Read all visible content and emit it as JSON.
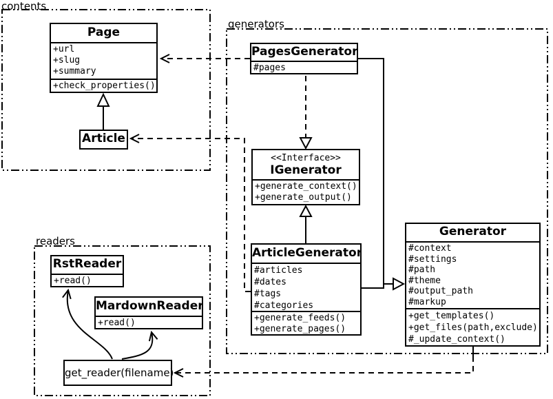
{
  "diagram_type": "uml-class-diagram",
  "colors": {
    "line": "#000000",
    "background": "#ffffff",
    "box_fill": "#ffffff"
  },
  "packages": {
    "contents": {
      "label": "contents"
    },
    "generators": {
      "label": "generators"
    },
    "readers": {
      "label": "readers"
    }
  },
  "classes": {
    "page": {
      "name": "Page",
      "attributes": [
        "+url",
        "+slug",
        "+summary"
      ],
      "methods": [
        "+check_properties()"
      ]
    },
    "article": {
      "name": "Article"
    },
    "pages_generator": {
      "name": "PagesGenerator",
      "attributes": [
        "#pages"
      ]
    },
    "igenerator": {
      "stereotype": "<<Interface>>",
      "name": "IGenerator",
      "methods": [
        "+generate_context()",
        "+generate_output()"
      ]
    },
    "article_generator": {
      "name": "ArticleGenerator",
      "attributes": [
        "#articles",
        "#dates",
        "#tags",
        "#categories"
      ],
      "methods": [
        "+generate_feeds()",
        "+generate_pages()"
      ]
    },
    "generator": {
      "name": "Generator",
      "attributes": [
        "#context",
        "#settings",
        "#path",
        "#theme",
        "#output_path",
        "#markup"
      ],
      "methods": [
        "+get_templates()",
        "+get_files(path,exclude)",
        "#_update_context()"
      ]
    },
    "rst_reader": {
      "name": "RstReader",
      "methods": [
        "+read()"
      ]
    },
    "markdown_reader": {
      "name": "MardownReader",
      "methods": [
        "+read()"
      ]
    },
    "get_reader": {
      "label": "get_reader(filename)"
    }
  },
  "relationships": [
    {
      "from": "Article",
      "to": "Page",
      "type": "inheritance-solid-hollow-triangle"
    },
    {
      "from": "PagesGenerator",
      "to": "Page",
      "type": "dependency-dashed-open-arrow"
    },
    {
      "from": "ArticleGenerator",
      "to": "Article",
      "type": "dependency-dashed-open-arrow"
    },
    {
      "from": "PagesGenerator",
      "to": "IGenerator",
      "type": "realization-dashed-hollow-triangle"
    },
    {
      "from": "ArticleGenerator",
      "to": "IGenerator",
      "type": "inheritance-solid-hollow-triangle"
    },
    {
      "from": "PagesGenerator",
      "to": "Generator",
      "type": "inheritance-solid-hollow-triangle"
    },
    {
      "from": "ArticleGenerator",
      "to": "Generator",
      "type": "inheritance-solid-hollow-triangle"
    },
    {
      "from": "Generator",
      "to": "get_reader(filename)",
      "type": "dependency-dashed-open-arrow"
    },
    {
      "from": "get_reader(filename)",
      "to": "RstReader",
      "type": "curved-open-arrow"
    },
    {
      "from": "get_reader(filename)",
      "to": "MardownReader",
      "type": "curved-open-arrow"
    }
  ]
}
